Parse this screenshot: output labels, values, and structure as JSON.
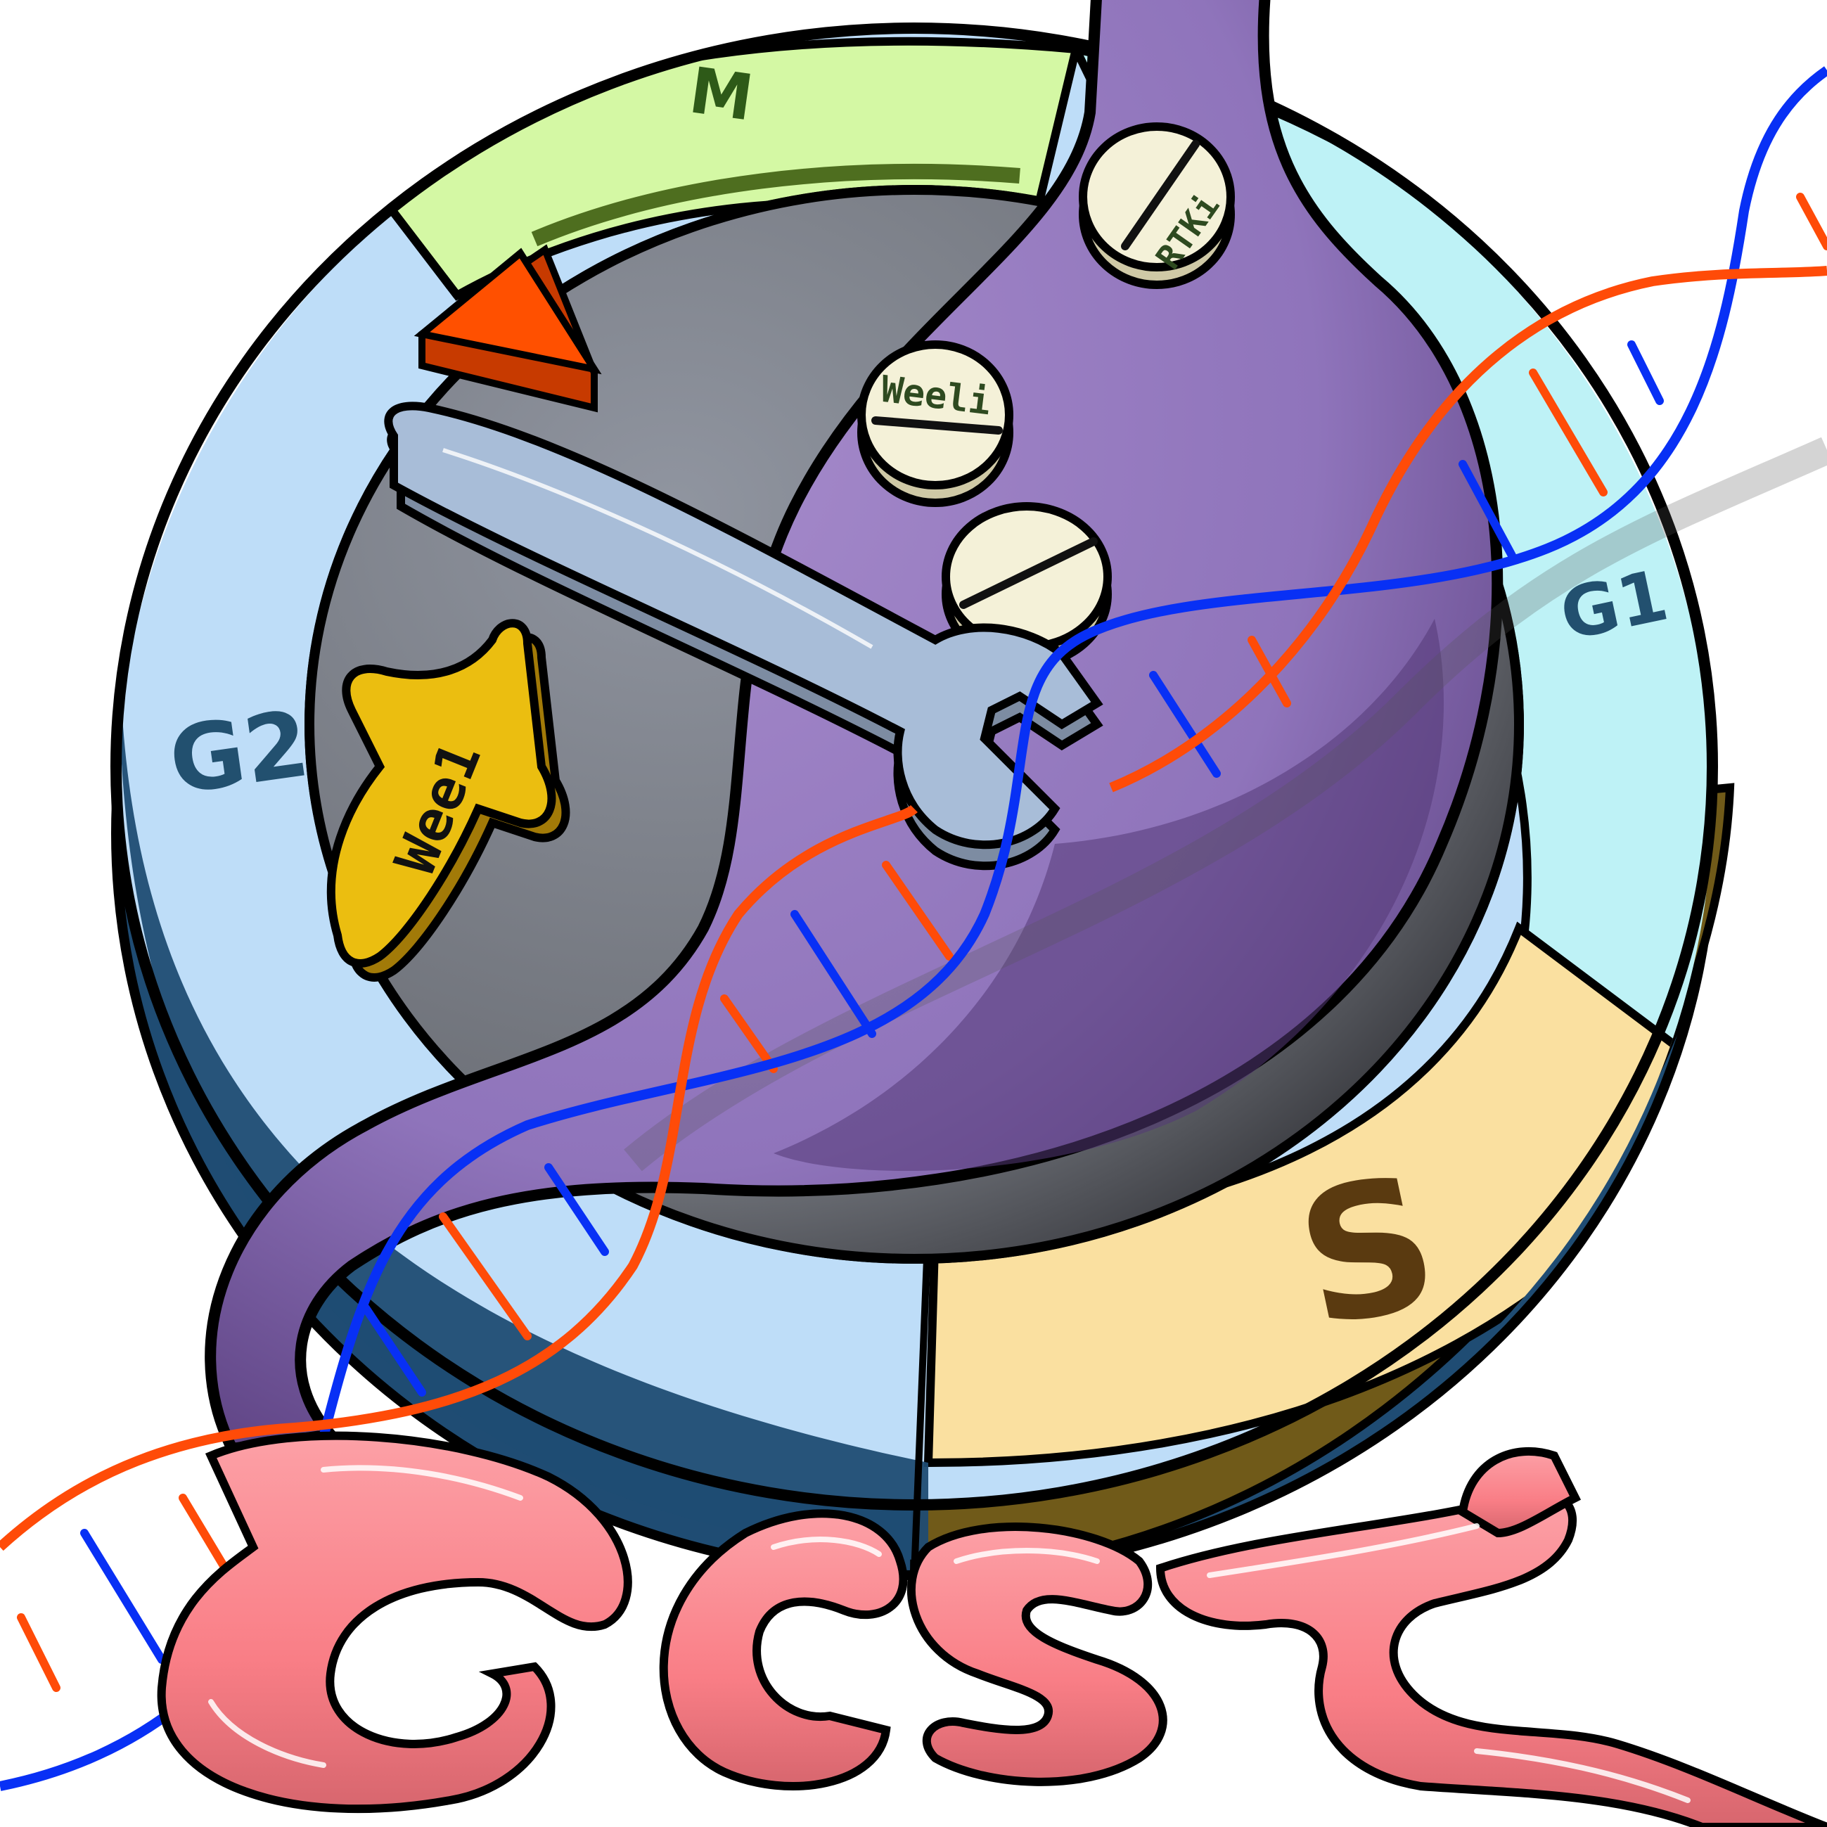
{
  "phases": {
    "m": "M",
    "g1": "G1",
    "s": "S",
    "g2": "G2"
  },
  "pills": {
    "rtki": "RTKi",
    "weeli": "Weeli"
  },
  "wee1_arrow": "Wee1",
  "colors": {
    "m_phase": "#D4F8A4",
    "g1_phase": "#BEF2F6",
    "s_phase": "#FAE0A0",
    "g2_phase": "#BEDDF8",
    "stomach": "#9F83C6",
    "intestine": "#F97E86",
    "wrench": "#A8BDD8",
    "pill": "#F4F1D8",
    "wee1": "#EBBE10",
    "pointer": "#FF5000",
    "dna_blue": "#0830F5",
    "dna_orange": "#FF4B08"
  },
  "icons": [
    "stomach",
    "wrench",
    "pill",
    "arrow",
    "dna-helix",
    "intestine"
  ]
}
